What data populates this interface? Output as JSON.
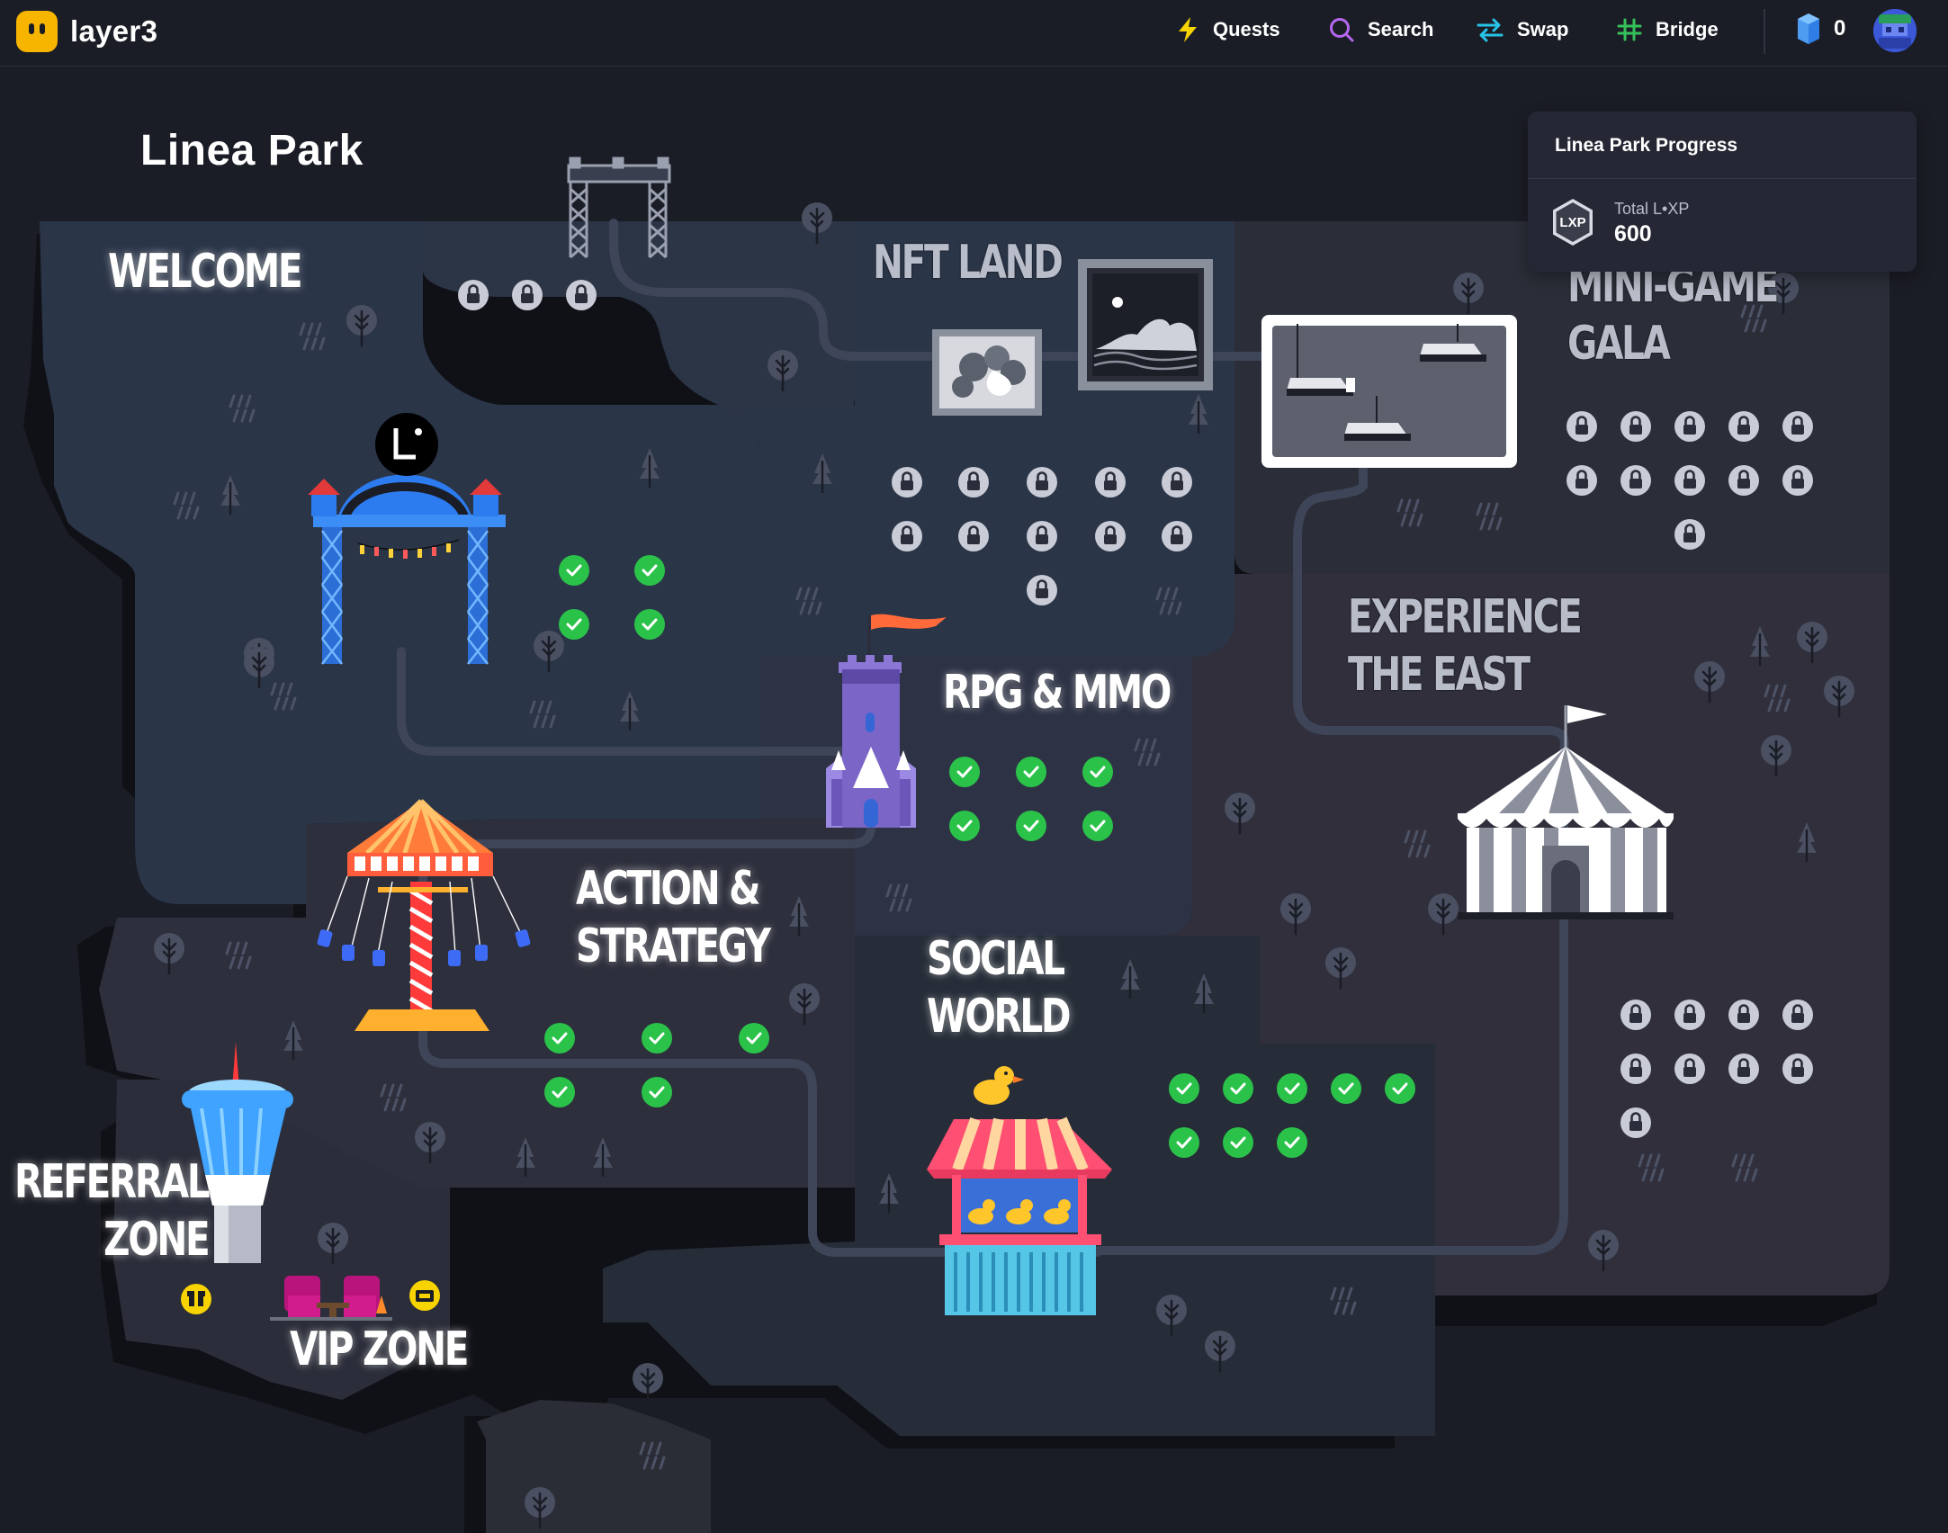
{
  "brand": {
    "name": "layer3"
  },
  "nav": {
    "items": [
      {
        "label": "Quests",
        "icon": "lightning-icon"
      },
      {
        "label": "Search",
        "icon": "search-icon"
      },
      {
        "label": "Swap",
        "icon": "swap-icon"
      },
      {
        "label": "Bridge",
        "icon": "bridge-icon"
      }
    ],
    "gem_count": "0"
  },
  "page": {
    "title": "Linea Park"
  },
  "progress": {
    "title": "Linea Park Progress",
    "badge_text": "LXP",
    "stat_label": "Total L•XP",
    "stat_value": "600"
  },
  "zones": [
    {
      "id": "welcome",
      "label_lines": [
        "WELCOME"
      ],
      "status": "unlocked",
      "quests_done": 4,
      "quests_locked": 0
    },
    {
      "id": "locked-top",
      "label_lines": [],
      "status": "locked",
      "quests_done": 0,
      "quests_locked": 3
    },
    {
      "id": "nft-land",
      "label_lines": [
        "NFT LAND"
      ],
      "status": "locked",
      "quests_done": 0,
      "quests_locked": 11
    },
    {
      "id": "mini-game-gala",
      "label_lines": [
        "MINI-GAME",
        "GALA"
      ],
      "status": "locked",
      "quests_done": 0,
      "quests_locked": 11
    },
    {
      "id": "rpg-mmo",
      "label_lines": [
        "RPG & MMO"
      ],
      "status": "unlocked",
      "quests_done": 6,
      "quests_locked": 0
    },
    {
      "id": "action-strategy",
      "label_lines": [
        "ACTION &",
        "STRATEGY"
      ],
      "status": "unlocked",
      "quests_done": 5,
      "quests_locked": 0
    },
    {
      "id": "experience-the-east",
      "label_lines": [
        "EXPERIENCE",
        "THE EAST"
      ],
      "status": "locked",
      "quests_done": 0,
      "quests_locked": 9
    },
    {
      "id": "social-world",
      "label_lines": [
        "SOCIAL",
        "WORLD"
      ],
      "status": "unlocked",
      "quests_done": 8,
      "quests_locked": 0
    },
    {
      "id": "referral-zone",
      "label_lines": [
        "REFERRAL",
        "ZONE"
      ],
      "status": "unlocked",
      "quests_done": 0,
      "quests_locked": 0
    },
    {
      "id": "vip-zone",
      "label_lines": [
        "VIP ZONE"
      ],
      "status": "unlocked",
      "quests_done": 0,
      "quests_locked": 0
    }
  ],
  "colors": {
    "background": "#1b1d26",
    "complete": "#2bc24a",
    "locked": "#c9ccd6",
    "accent_yellow": "#f7d300",
    "brand_yellow": "#f7b500"
  }
}
